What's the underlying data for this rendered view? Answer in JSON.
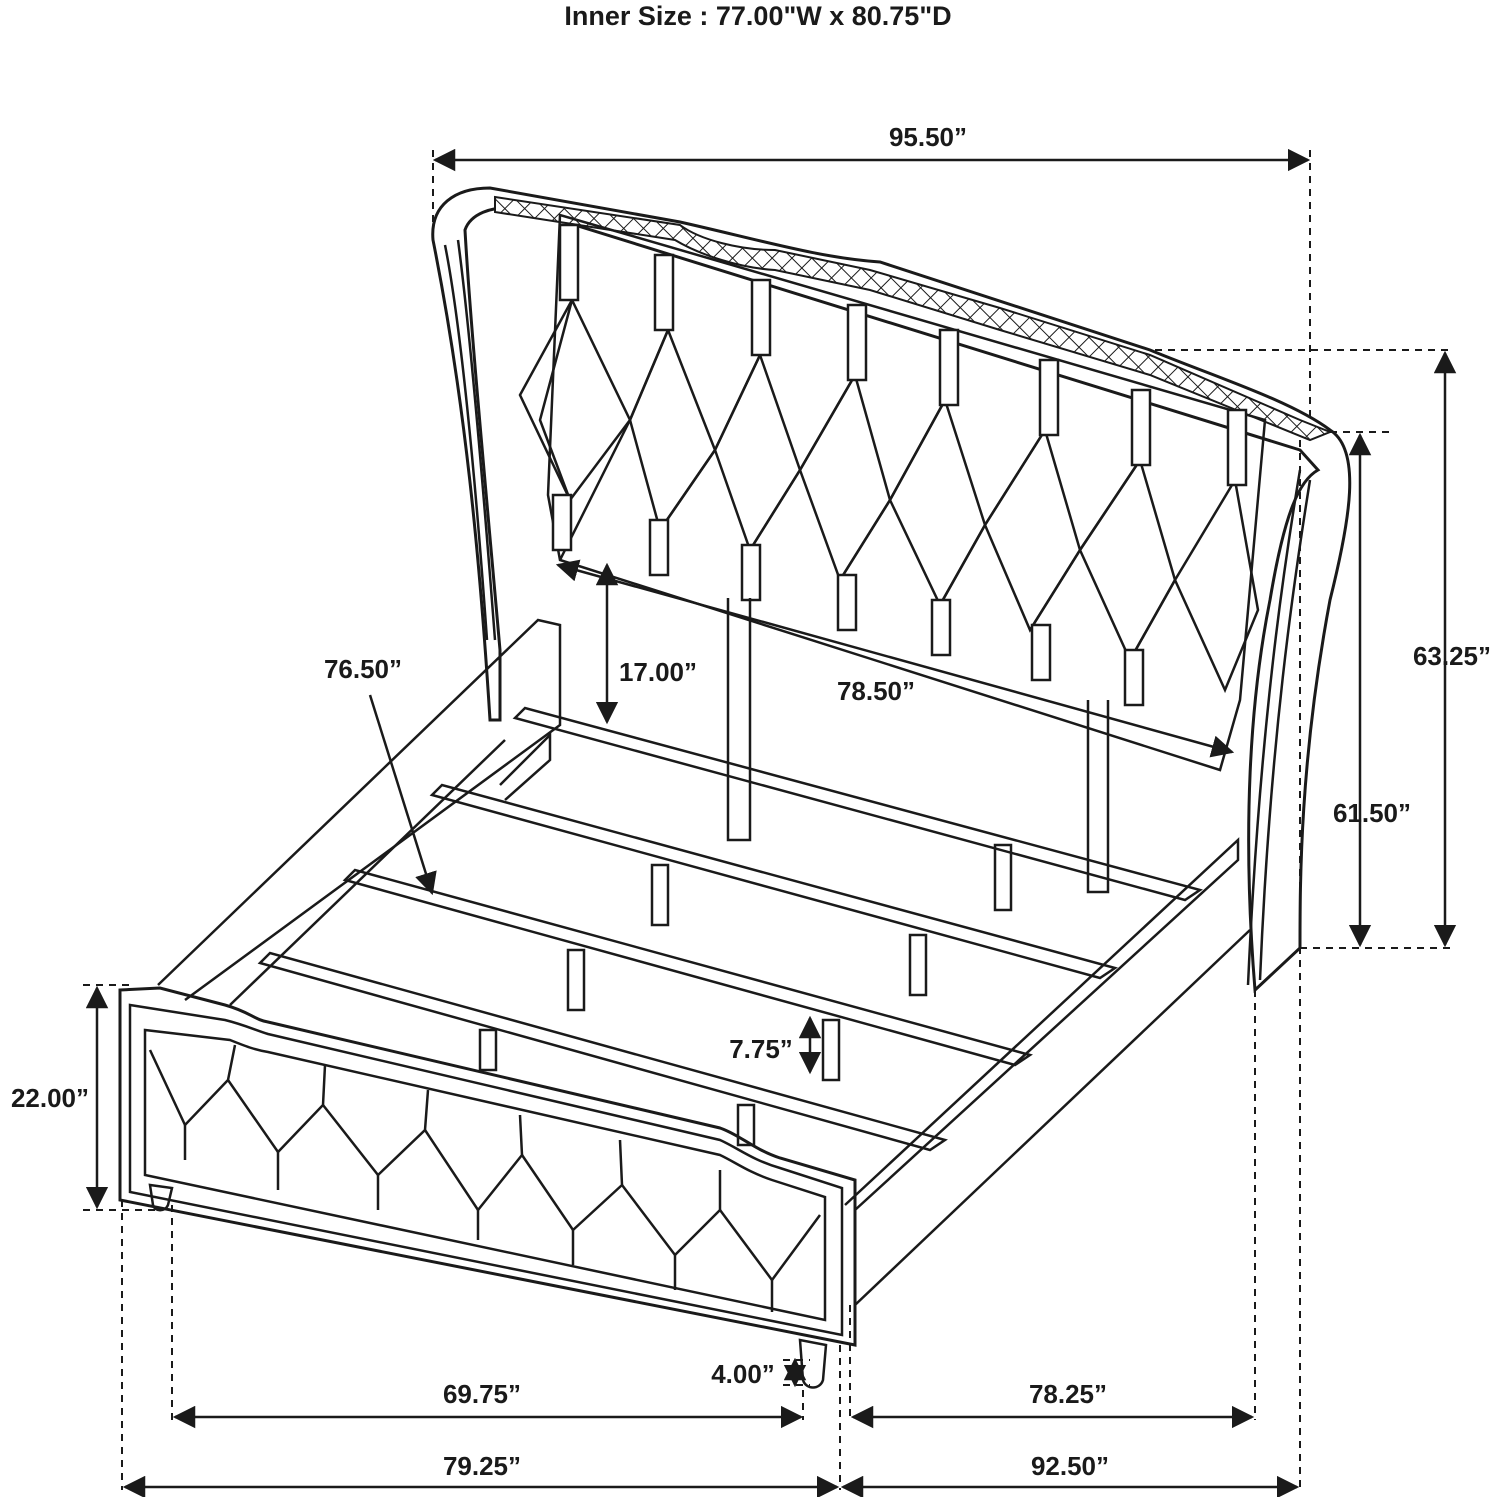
{
  "title": "Inner Size : 77.00\"W x 80.75\"D",
  "dimensions": {
    "overall_width_top": "95.50”",
    "headboard_height": "63.25”",
    "post_height": "61.50”",
    "headboard_panel_width": "78.50”",
    "headboard_clearance": "17.00”",
    "side_rail_length": "76.50”",
    "footboard_height": "22.00”",
    "slat_clearance": "7.75”",
    "leg_height": "4.00”",
    "footboard_inner_width": "69.75”",
    "footboard_overall_width": "79.25”",
    "side_inner_length": "78.25”",
    "overall_length": "92.50”"
  }
}
